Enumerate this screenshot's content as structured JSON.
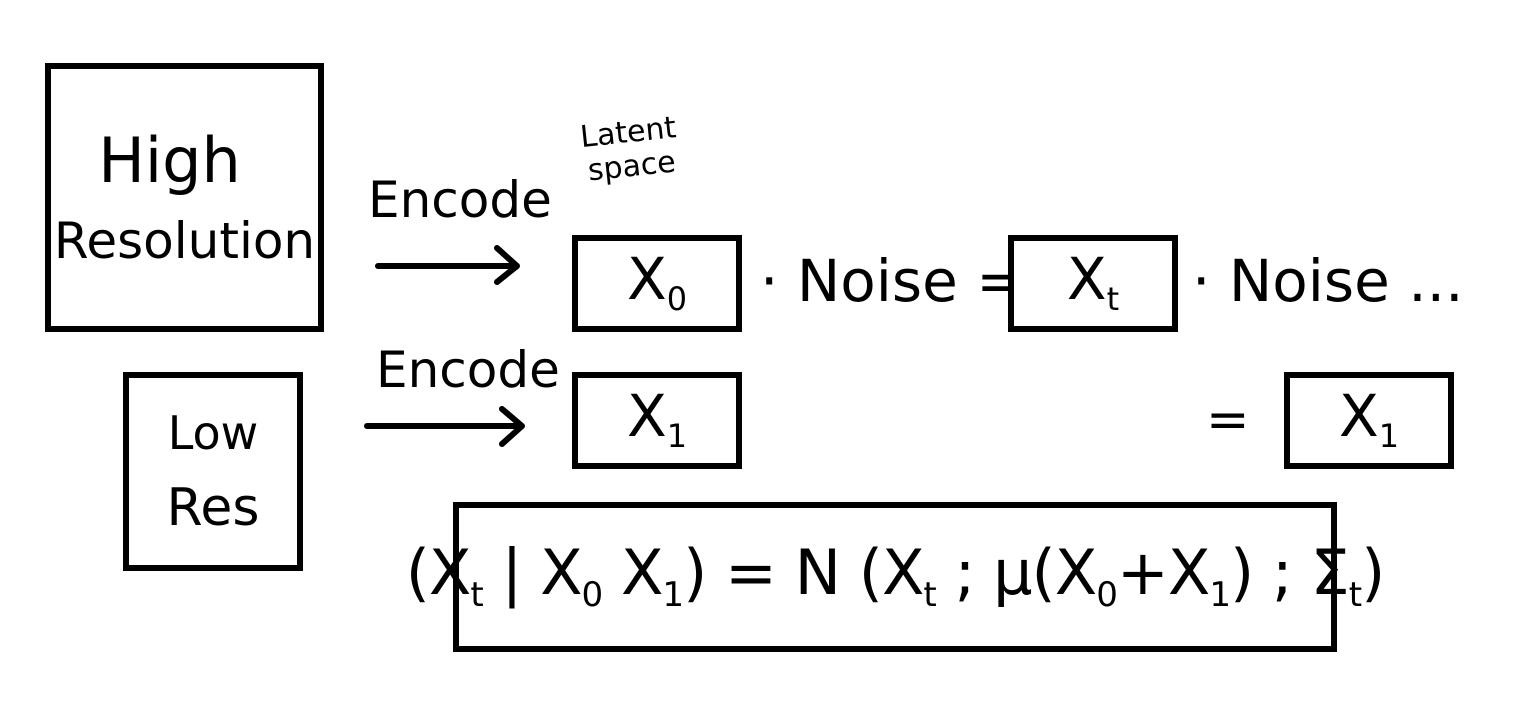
{
  "high_res_box": {
    "line1": "High",
    "line2": "Resolution"
  },
  "low_res_box": {
    "line1": "Low",
    "line2": "Res"
  },
  "encode_top": "Encode",
  "encode_bottom": "Encode",
  "latent_label": {
    "line1": "Latent",
    "line2": "space"
  },
  "x0": {
    "base": "X",
    "sub": "0"
  },
  "x1_left": {
    "base": "X",
    "sub": "1"
  },
  "xt": {
    "base": "X",
    "sub": "t"
  },
  "x1_right": {
    "base": "X",
    "sub": "1"
  },
  "noise_1": "· Noise =",
  "noise_2": "· Noise ...",
  "equals_bottom": "=",
  "formula": {
    "lhs_open": "(X",
    "lhs_sub_t": "t",
    "lhs_bar": " | X",
    "lhs_sub_0": "0",
    "lhs_x": " X",
    "lhs_sub_1": "1",
    "lhs_close": ") = N (X",
    "rhs_sub_t": "t",
    "rhs_mu": " ; μ(X",
    "rhs_sub_0": "0",
    "rhs_plus": "+X",
    "rhs_sub_1": "1",
    "rhs_sigma": ") ; Σ",
    "rhs_sub_t2": "t",
    "rhs_close": ")"
  }
}
